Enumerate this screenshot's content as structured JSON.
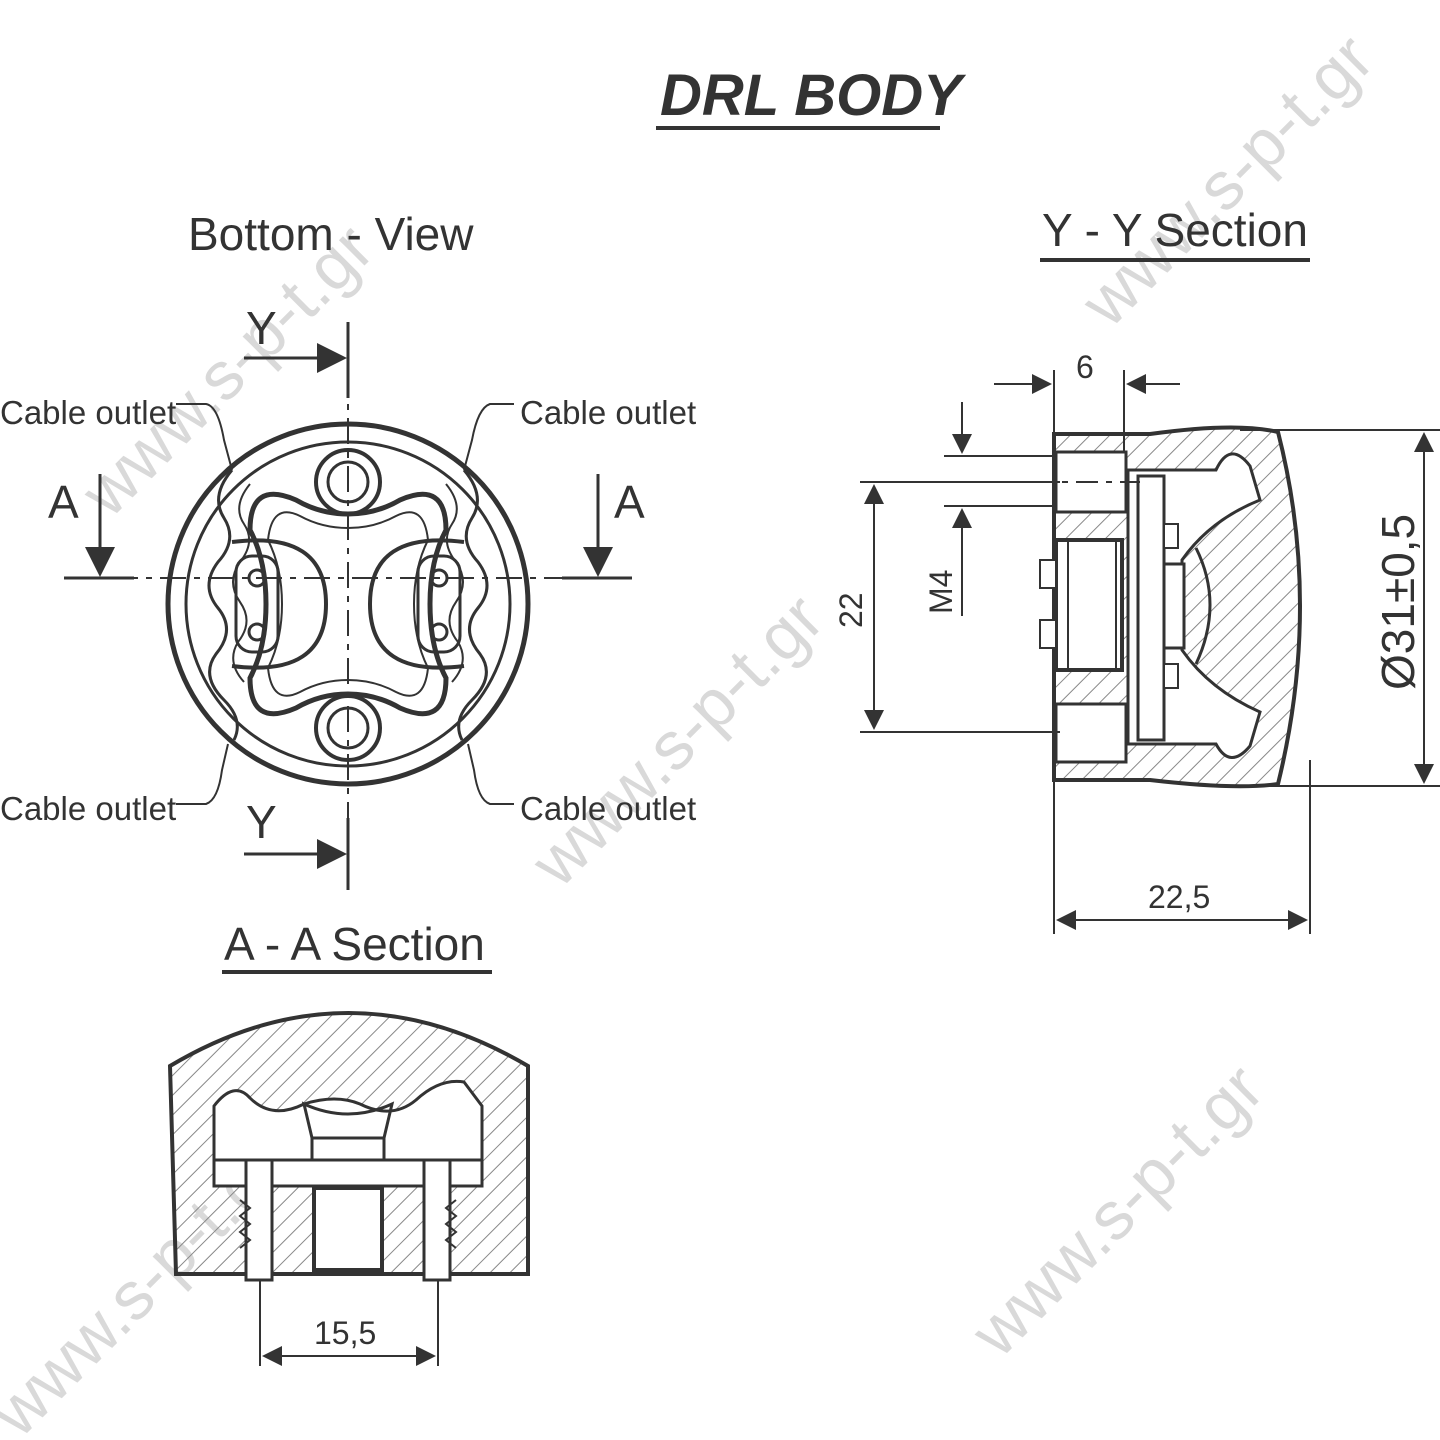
{
  "title": "DRL BODY",
  "views": {
    "bottom": {
      "heading": "Bottom - View"
    },
    "yy": {
      "heading": "Y - Y Section"
    },
    "aa": {
      "heading": "A - A Section"
    }
  },
  "callouts": {
    "cable_outlet_top_left": "Cable outlet",
    "cable_outlet_top_right": "Cable outlet",
    "cable_outlet_bottom_left": "Cable outlet",
    "cable_outlet_bottom_right": "Cable outlet"
  },
  "section_markers": {
    "y_top": "Y",
    "y_bottom": "Y",
    "a_left": "A",
    "a_right": "A"
  },
  "dimensions": {
    "width_6": "6",
    "thread_m4": "M4",
    "height_22": "22",
    "diameter": "Ø31±0,5",
    "depth_22_5": "22,5",
    "pitch_15_5": "15,5"
  },
  "watermark": "www.s-p-t.gr",
  "colors": {
    "line": "#333333",
    "watermark": "#d9d9d9",
    "background": "#ffffff"
  }
}
